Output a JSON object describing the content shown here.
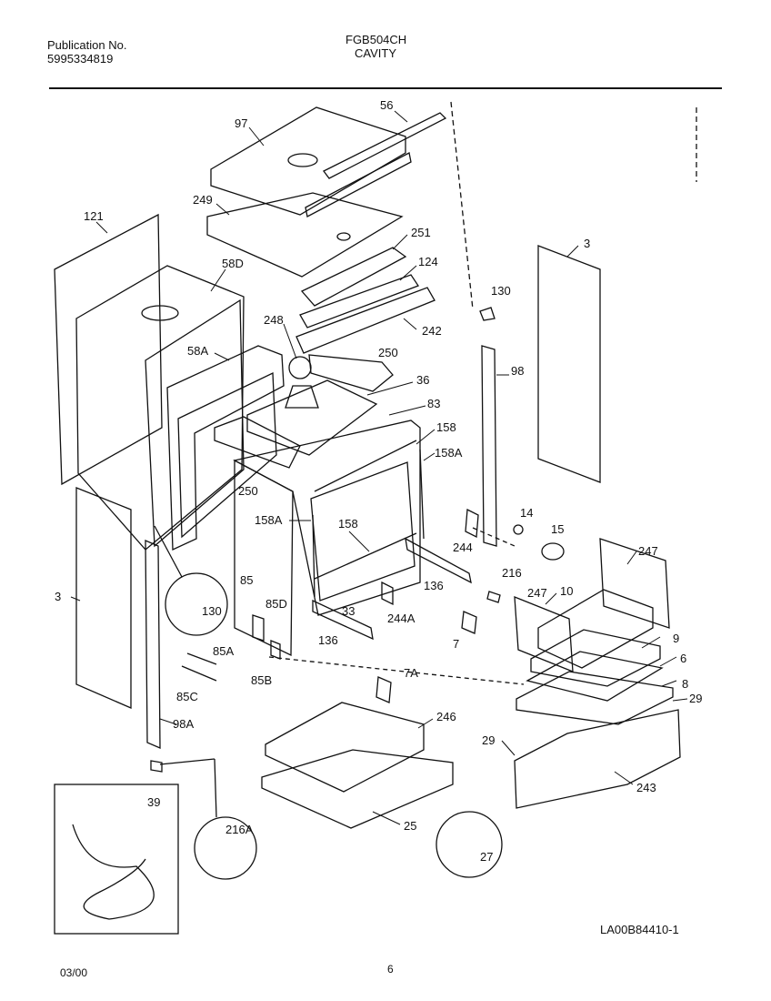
{
  "header": {
    "publication_label": "Publication No.",
    "publication_number": "5995334819",
    "model": "FGB504CH",
    "section": "CAVITY"
  },
  "footer": {
    "date": "03/00",
    "page": "6",
    "diagram_code": "LA00B84410-1"
  },
  "callouts": {
    "c97": "97",
    "c56": "56",
    "c249": "249",
    "c121": "121",
    "c251": "251",
    "c58D": "58D",
    "c124": "124",
    "c130a": "130",
    "c3a": "3",
    "c248": "248",
    "c242": "242",
    "c58A": "58A",
    "c250a": "250",
    "c98": "98",
    "c36": "36",
    "c83": "83",
    "c158a": "158",
    "c158Aa": "158A",
    "c250b": "250",
    "c158Ab": "158A",
    "c158b": "158",
    "c14": "14",
    "c15": "15",
    "c244": "244",
    "c247a": "247",
    "c3b": "3",
    "c85": "85",
    "c130b": "130",
    "c85D": "85D",
    "c216": "216",
    "c136a": "136",
    "c247b": "247",
    "c10": "10",
    "c33": "33",
    "c244A": "244A",
    "c9": "9",
    "c136b": "136",
    "c7": "7",
    "c6": "6",
    "c85A": "85A",
    "c7A": "7A",
    "c8": "8",
    "c85B": "85B",
    "c29a": "29",
    "c85C": "85C",
    "c98A": "98A",
    "c246": "246",
    "c29b": "29",
    "c243": "243",
    "c39": "39",
    "c25": "25",
    "c216A": "216A",
    "c27": "27"
  }
}
